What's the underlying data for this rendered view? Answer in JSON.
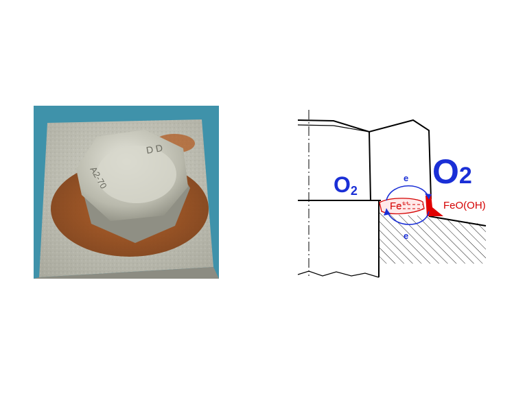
{
  "photo": {
    "bolt_marking_a": "D D",
    "bolt_marking_b": "A2-70"
  },
  "diagram": {
    "o2_small_main": "O",
    "o2_small_sub": "2",
    "o2_large_main": "O",
    "o2_large_sub": "2",
    "electron_top": "e",
    "electron_bottom": "e",
    "iron_ion_main": "Fe",
    "iron_ion_sup": "++",
    "rust_label": "FeO(OH)",
    "colors": {
      "oxygen_blue": "#1a2fd6",
      "reaction_red": "#d40000",
      "line_black": "#000000"
    }
  }
}
